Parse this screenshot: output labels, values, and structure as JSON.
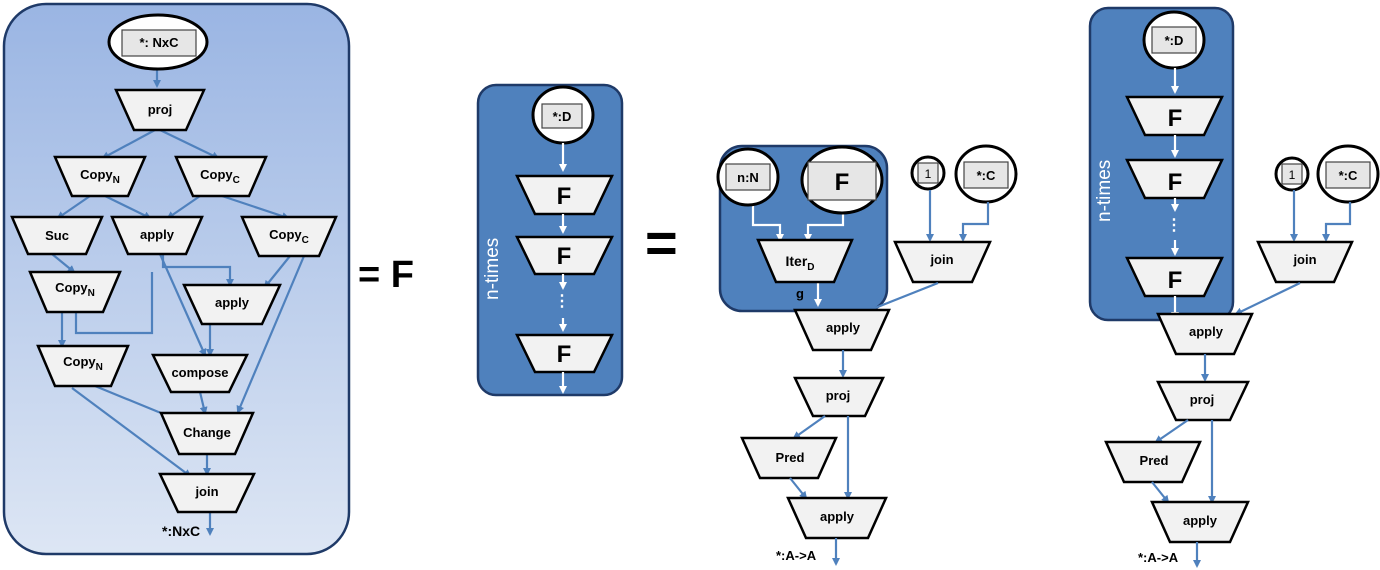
{
  "left_panel": {
    "input": "*: NxC",
    "nodes": {
      "proj": "proj",
      "copy_n": "Copy",
      "copy_c": "Copy",
      "suc": "Suc",
      "apply": "apply",
      "compose": "compose",
      "change": "Change",
      "join": "join"
    },
    "sub_n": "N",
    "sub_c": "C",
    "output": "*:NxC"
  },
  "equals_f": "= F",
  "ntimes_box": {
    "input": "*:D",
    "label": "n-times",
    "node": "F",
    "ellipsis": "⋮"
  },
  "equals": "=",
  "iter_diagram": {
    "input_n": "n:N",
    "input_f": "F",
    "iter": "Iter",
    "iter_sub": "D",
    "g": "g",
    "one": "1",
    "input_c": "*:C",
    "join": "join",
    "apply": "apply",
    "proj": "proj",
    "pred": "Pred",
    "output": "*:A->A"
  },
  "unrolled_diagram": {
    "input": "*:D",
    "label": "n-times",
    "node": "F",
    "ellipsis": "⋮",
    "one": "1",
    "input_c": "*:C",
    "join": "join",
    "apply": "apply",
    "proj": "proj",
    "pred": "Pred",
    "output": "*:A->A"
  },
  "colors": {
    "panel_light": "#a8c0e6",
    "panel_dark": "#4f81bd",
    "arrow": "#4f81bd"
  }
}
